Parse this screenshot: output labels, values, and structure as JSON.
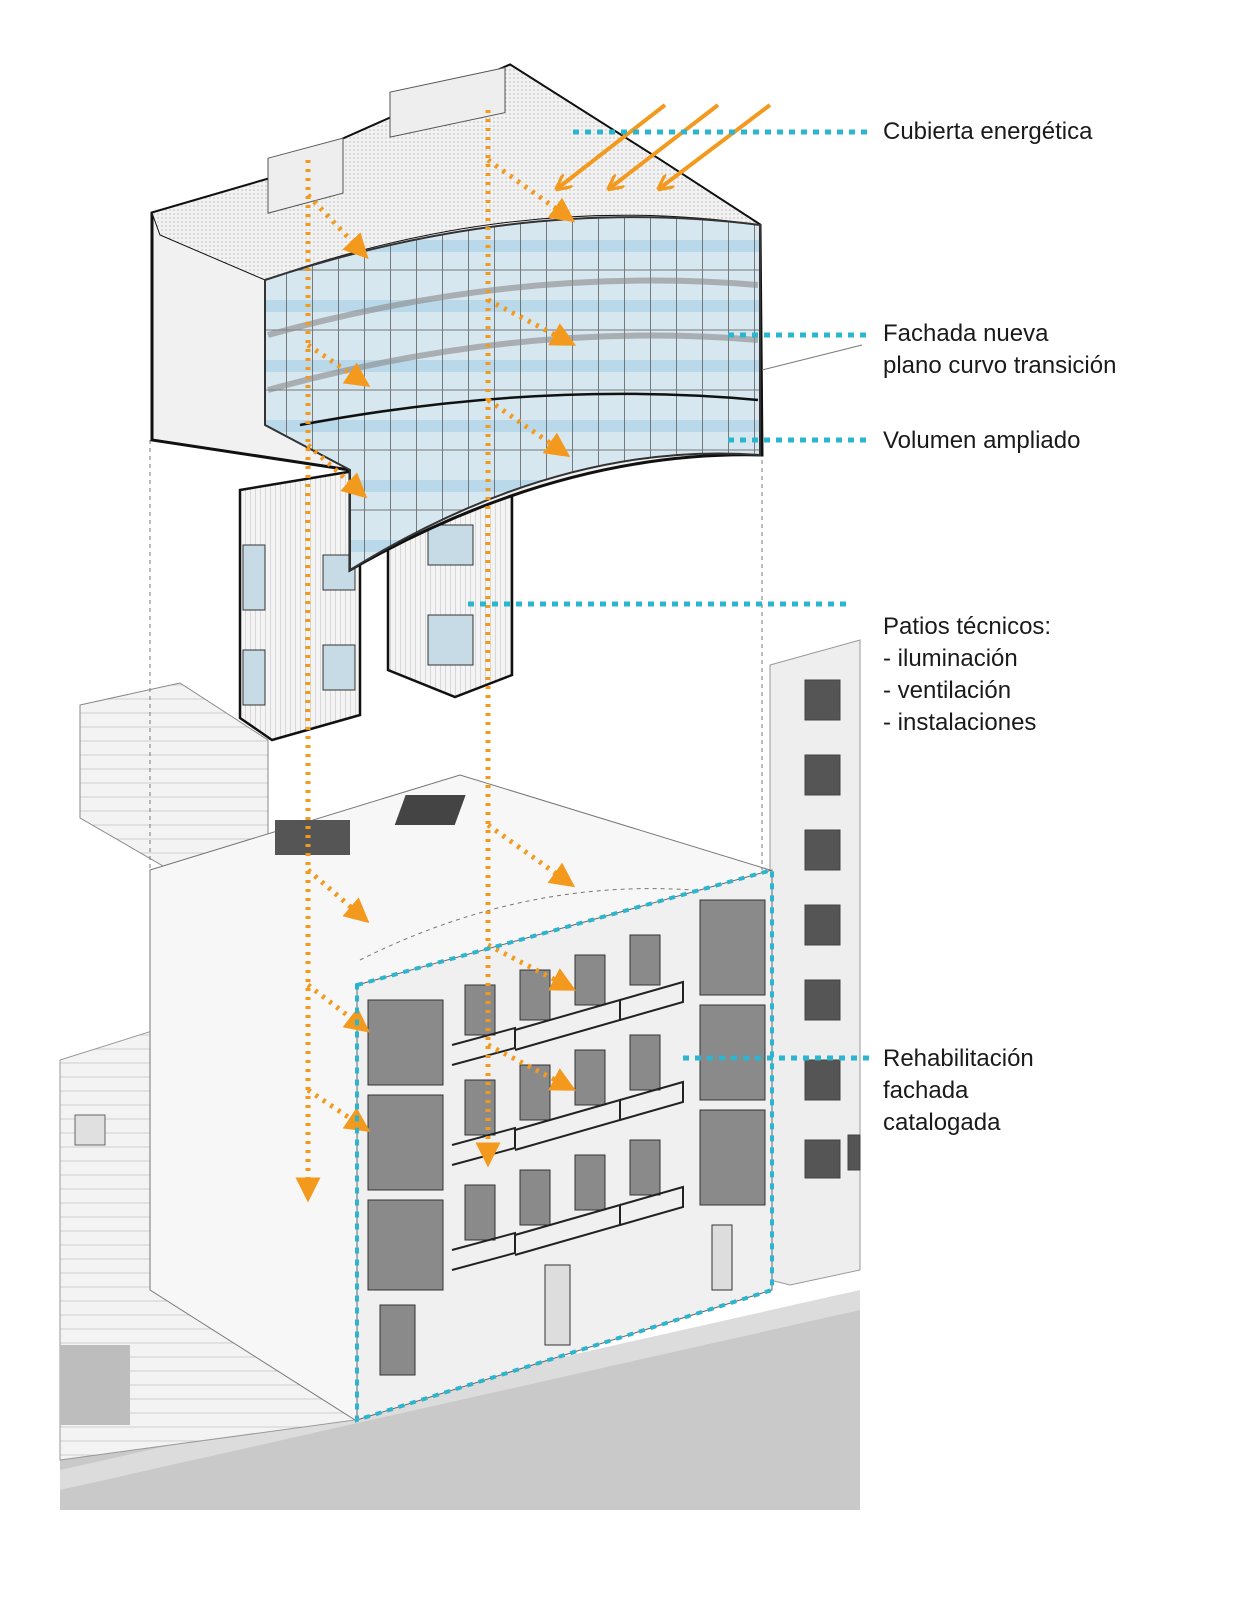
{
  "colors": {
    "leader": "#2bb5cf",
    "flow": "#f39a1e",
    "glass": "#cfe3ee",
    "outline": "#111111",
    "street": "#c9c9c9"
  },
  "labels": {
    "roof": [
      "Cubierta energética"
    ],
    "facade": [
      "Fachada nueva",
      "plano curvo transición"
    ],
    "volume": [
      "Volumen ampliado"
    ],
    "patios": [
      "Patios técnicos:",
      "- iluminación",
      "- ventilación",
      "- instalaciones"
    ],
    "rehab": [
      "Rehabilitación",
      "fachada",
      "catalogada"
    ]
  }
}
